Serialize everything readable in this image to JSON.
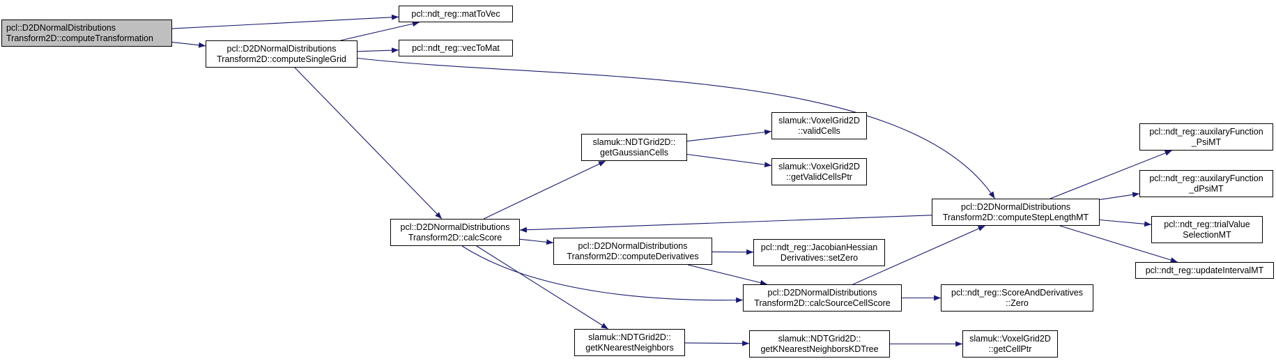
{
  "colors": {
    "edge": "#191970",
    "border": "#000000",
    "root_fill": "#bfbfbf",
    "node_fill": "#ffffff"
  },
  "nodes": {
    "computeTransformation": [
      "pcl::D2DNormalDistributions",
      "Transform2D::computeTransformation"
    ],
    "matToVec": [
      "pcl::ndt_reg::matToVec"
    ],
    "computeSingleGrid": [
      "pcl::D2DNormalDistributions",
      "Transform2D::computeSingleGrid"
    ],
    "vecToMat": [
      "pcl::ndt_reg::vecToMat"
    ],
    "calcScore": [
      "pcl::D2DNormalDistributions",
      "Transform2D::calcScore"
    ],
    "getGaussianCells": [
      "slamuk::NDTGrid2D::",
      "getGaussianCells"
    ],
    "validCells": [
      "slamuk::VoxelGrid2D",
      "::validCells"
    ],
    "getValidCellsPtr": [
      "slamuk::VoxelGrid2D",
      "::getValidCellsPtr"
    ],
    "computeDerivatives": [
      "pcl::D2DNormalDistributions",
      "Transform2D::computeDerivatives"
    ],
    "setZero": [
      "pcl::ndt_reg::JacobianHessian",
      "Derivatives::setZero"
    ],
    "calcSourceCellScore": [
      "pcl::D2DNormalDistributions",
      "Transform2D::calcSourceCellScore"
    ],
    "Zero": [
      "pcl::ndt_reg::ScoreAndDerivatives",
      "::Zero"
    ],
    "getKNearestNeighbors": [
      "slamuk::NDTGrid2D::",
      "getKNearestNeighbors"
    ],
    "getKNearestNeighborsKDTree": [
      "slamuk::NDTGrid2D::",
      "getKNearestNeighborsKDTree"
    ],
    "getCellPtr": [
      "slamuk::VoxelGrid2D",
      "::getCellPtr"
    ],
    "computeStepLengthMT": [
      "pcl::D2DNormalDistributions",
      "Transform2D::computeStepLengthMT"
    ],
    "auxilaryFunction_PsiMT": [
      "pcl::ndt_reg::auxilaryFunction",
      "_PsiMT"
    ],
    "auxilaryFunction_dPsiMT": [
      "pcl::ndt_reg::auxilaryFunction",
      "_dPsiMT"
    ],
    "trialValueSelectionMT": [
      "pcl::ndt_reg::trialValue",
      "SelectionMT"
    ],
    "updateIntervalMT": [
      "pcl::ndt_reg::updateIntervalMT"
    ]
  },
  "edges": [
    [
      "computeTransformation",
      "matToVec"
    ],
    [
      "computeTransformation",
      "computeSingleGrid"
    ],
    [
      "computeSingleGrid",
      "matToVec"
    ],
    [
      "computeSingleGrid",
      "vecToMat"
    ],
    [
      "computeSingleGrid",
      "computeStepLengthMT"
    ],
    [
      "computeSingleGrid",
      "calcScore"
    ],
    [
      "calcScore",
      "getGaussianCells"
    ],
    [
      "calcScore",
      "computeDerivatives"
    ],
    [
      "calcScore",
      "calcSourceCellScore"
    ],
    [
      "calcScore",
      "getKNearestNeighbors"
    ],
    [
      "getGaussianCells",
      "validCells"
    ],
    [
      "getGaussianCells",
      "getValidCellsPtr"
    ],
    [
      "computeDerivatives",
      "setZero"
    ],
    [
      "computeDerivatives",
      "calcSourceCellScore"
    ],
    [
      "calcSourceCellScore",
      "Zero"
    ],
    [
      "calcSourceCellScore",
      "computeStepLengthMT"
    ],
    [
      "getKNearestNeighbors",
      "getKNearestNeighborsKDTree"
    ],
    [
      "getKNearestNeighborsKDTree",
      "getCellPtr"
    ],
    [
      "computeStepLengthMT",
      "calcScore"
    ],
    [
      "computeStepLengthMT",
      "auxilaryFunction_PsiMT"
    ],
    [
      "computeStepLengthMT",
      "auxilaryFunction_dPsiMT"
    ],
    [
      "computeStepLengthMT",
      "trialValueSelectionMT"
    ],
    [
      "computeStepLengthMT",
      "updateIntervalMT"
    ]
  ]
}
